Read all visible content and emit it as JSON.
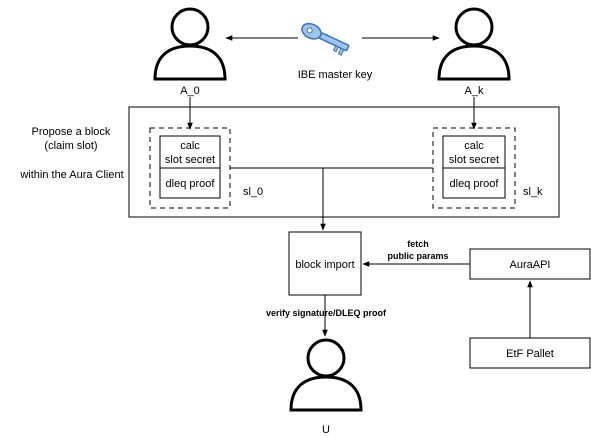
{
  "users": {
    "a0": "A_0",
    "ak": "A_k",
    "u": "U"
  },
  "key": {
    "label": "IBE master key",
    "icon": "key-icon"
  },
  "aura_client": {
    "title_line1": "Propose a block",
    "title_line2": "(claim slot)",
    "subtitle": "within the Aura Client"
  },
  "slot_left": {
    "calc_line1": "calc",
    "calc_line2": "slot secret",
    "proof": "dleq proof",
    "label": "sl_0"
  },
  "slot_right": {
    "calc_line1": "calc",
    "calc_line2": "slot secret",
    "proof": "dleq proof",
    "label": "sl_k"
  },
  "block_import": "block import",
  "fetch_line1": "fetch",
  "fetch_line2": "public params",
  "aura_api": "AuraAPI",
  "etf_pallet": "EtF Pallet",
  "verify": "verify signature/DLEQ proof",
  "colors": {
    "stroke": "#000000",
    "key_fill": "#9fc5ec",
    "key_stroke": "#3a74b8"
  }
}
